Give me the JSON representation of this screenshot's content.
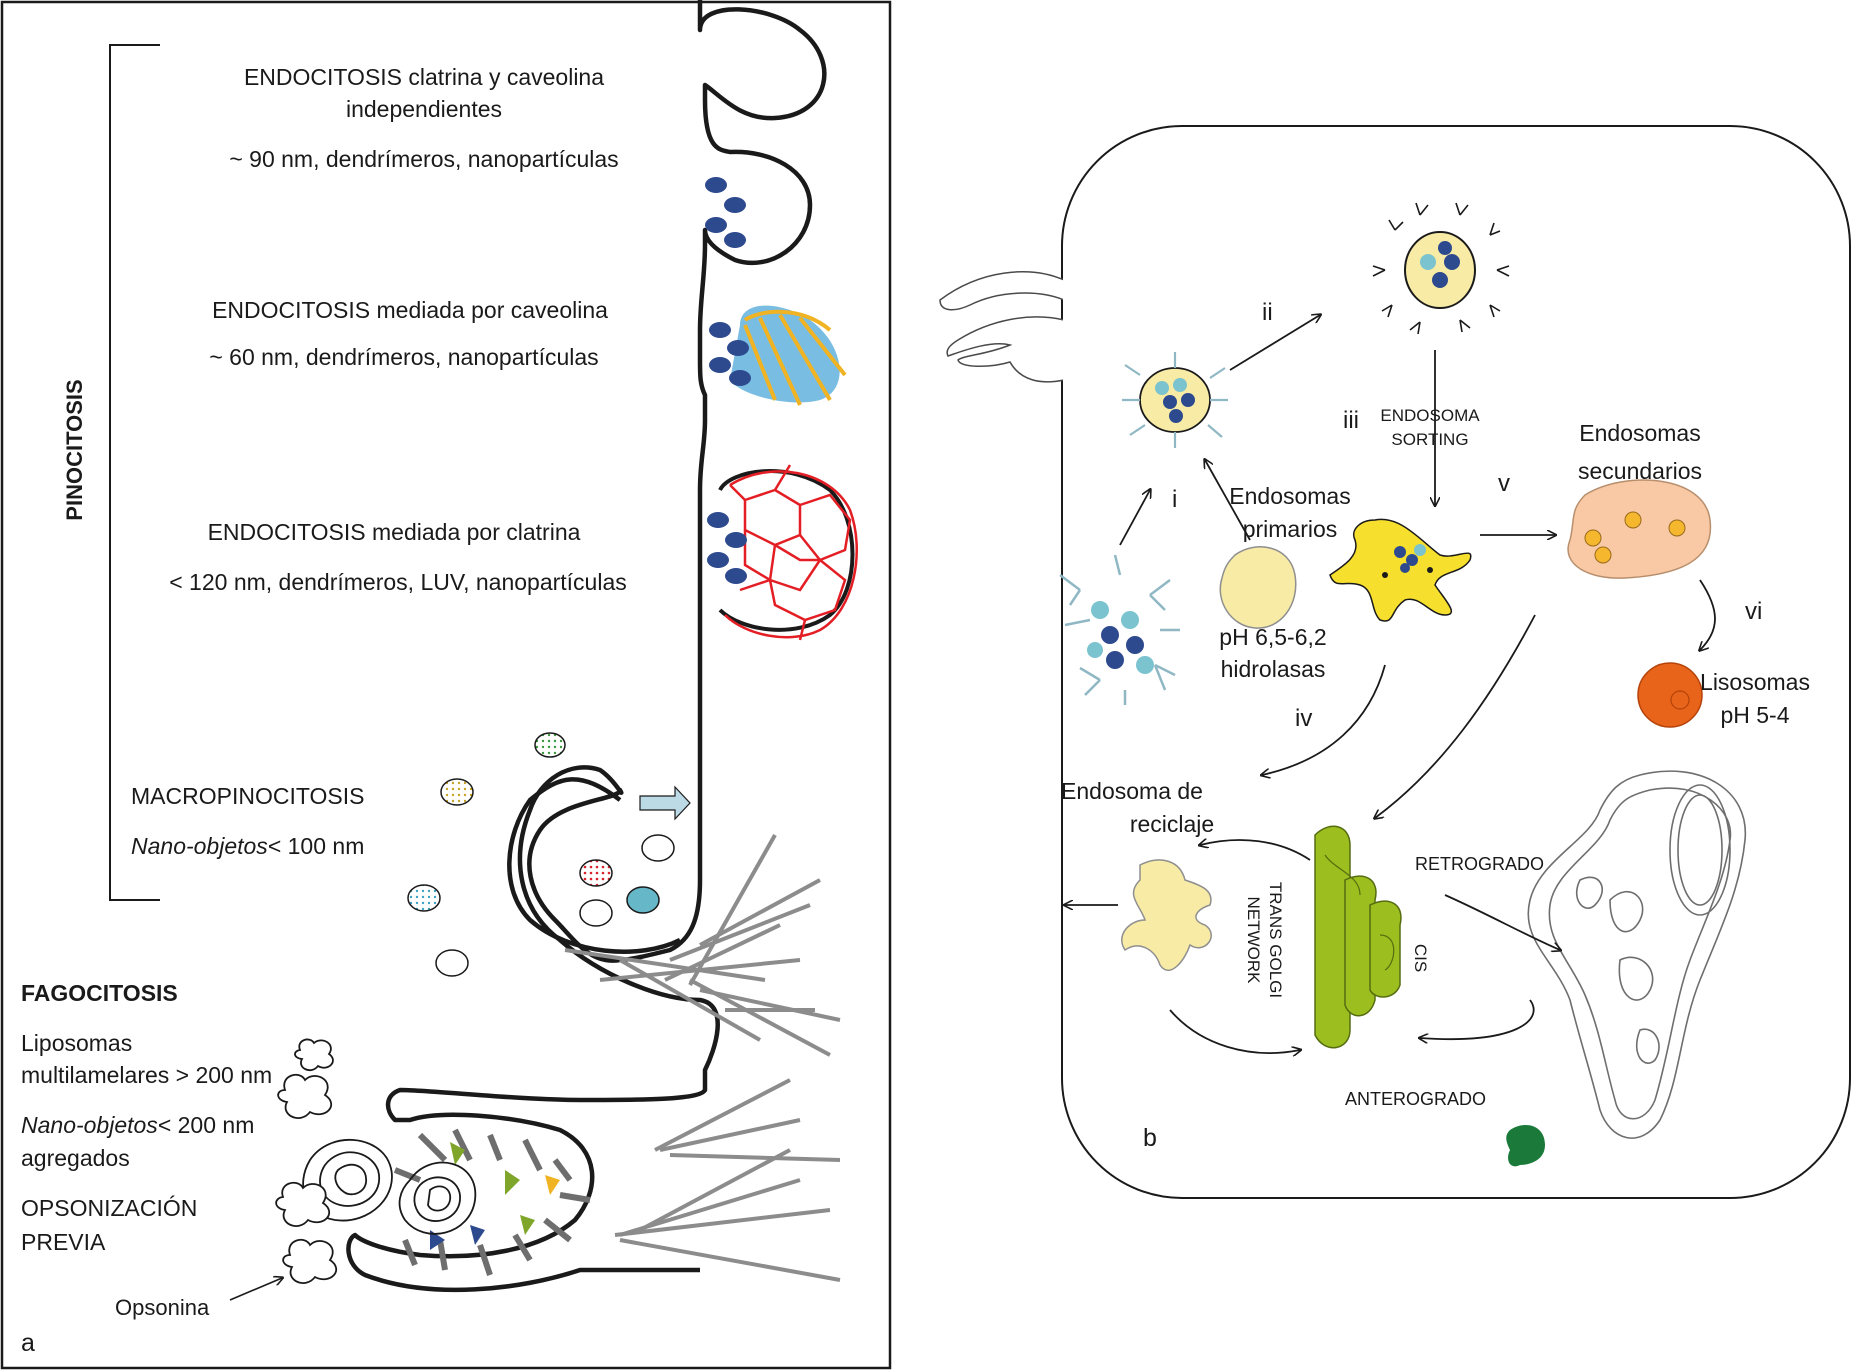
{
  "panel_a": {
    "letter": "a",
    "pinocitosis_label": "PINOCITOSIS",
    "clat_cav_indep_title": [
      "ENDOCITOSIS clatrina y caveolina",
      "independientes"
    ],
    "clat_cav_indep_size": "~ 90 nm, dendrímeros, nanopartículas",
    "caveolina_title": "ENDOCITOSIS mediada por caveolina",
    "caveolina_size": "~ 60 nm, dendrímeros, nanopartículas",
    "clatrina_title": "ENDOCITOSIS mediada por clatrina",
    "clatrina_size": "< 120 nm, dendrímeros, LUV, nanopartículas",
    "macro_title": "MACROPINOCITOSIS",
    "macro_size_italic": "Nano-objetos",
    "macro_size_rest": "< 100 nm",
    "fago_title": "FAGOCITOSIS",
    "fago_lipo": [
      "Liposomas",
      "multilamelares > 200 nm"
    ],
    "fago_nano_italic": "Nano-objetos",
    "fago_nano_rest": "< 200 nm",
    "fago_agregados": "agregados",
    "opsonizacion": [
      "OPSONIZACIÓN",
      "PREVIA"
    ],
    "opsonina": "Opsonina"
  },
  "panel_b": {
    "letter": "b",
    "step_i": "i",
    "step_ii": "ii",
    "step_iii": "iii",
    "step_iv": "iv",
    "step_v": "v",
    "step_vi": "vi",
    "endosoma_sorting": [
      "ENDOSOMA",
      "SORTING"
    ],
    "endosomas_primarios": [
      "Endosomas",
      "primarios"
    ],
    "ph_primarios": [
      "pH 6,5-6,2",
      "hidrolasas"
    ],
    "endosomas_secundarios": [
      "Endosomas",
      "secundarios"
    ],
    "lisosomas": [
      "Lisosomas",
      "pH 5-4"
    ],
    "endosoma_reciclaje": [
      "Endosoma de",
      "reciclaje"
    ],
    "trans_golgi": [
      "TRANS GOLGI",
      "NETWORK"
    ],
    "cis": "CIS",
    "retrogrado": "RETROGRADO",
    "anterogrado": "ANTEROGRADO"
  },
  "colors": {
    "receptor_blue": "#2e4a8f",
    "caveolin_blue": "#6ab6e0",
    "caveolin_orange": "#f0b323",
    "clathrin_red": "#e31e24",
    "vesicle_yellow": "#f7eba6",
    "secondary_endosome": "#f8c9a4",
    "lysosome": "#e8641b",
    "golgi_green": "#9cbf1f",
    "retrogrado_green": "#7a9e2a",
    "anterogrado_blue": "#3b5ba5",
    "phago_gray": "#8c8c8c"
  }
}
